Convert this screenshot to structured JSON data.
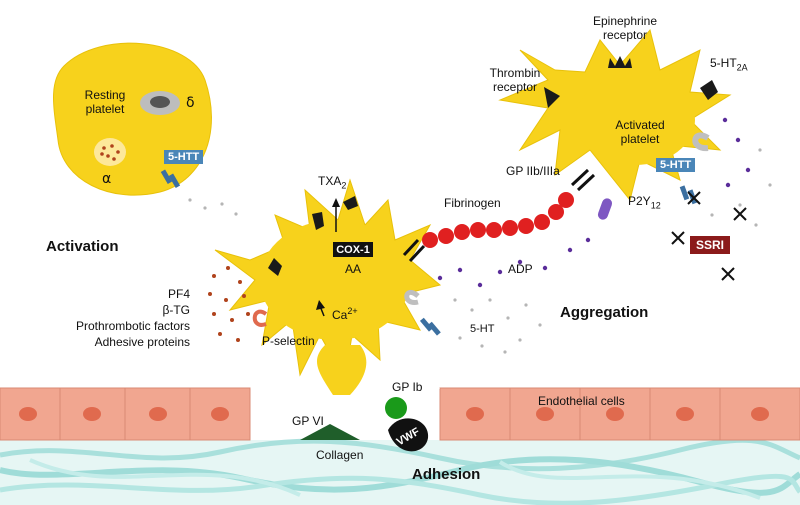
{
  "labels": {
    "resting_platelet": "Resting\nplatelet",
    "delta": "δ",
    "alpha": "α",
    "activated_platelet": "Activated\nplatelet",
    "epinephrine_receptor": "Epinephrine\nreceptor",
    "thrombin_receptor": "Thrombin\nreceptor",
    "ht2a_main": "5-HT",
    "ht2a_sub": "2A",
    "gp2b3a": "GP IIb/IIIa",
    "p2y_main": "P2Y",
    "p2y_sub": "12",
    "fibrinogen": "Fibrinogen",
    "txa_main": "TXA",
    "txa_sub": "2",
    "cox1": "COX-1",
    "aa": "AA",
    "ca_main": "Ca",
    "ca_sup": "2+",
    "adp": "ADP",
    "five_ht": "5-HT",
    "activation": "Activation",
    "aggregation": "Aggregation",
    "adhesion": "Adhesion",
    "release_list": "PF4\nβ-TG\nProthrombotic factors\nAdhesive proteins",
    "p_selectin": "P-selectin",
    "gp_ib": "GP Ib",
    "gp_vi": "GP VI",
    "vwf": "VWF",
    "collagen": "Collagen",
    "endothelial_cells": "Endothelial cells"
  },
  "tags": {
    "htt_left": "5-HTT",
    "htt_right": "5-HTT",
    "ssri": "SSRI"
  },
  "colors": {
    "platelet": "#f7d21c",
    "endothelium": "#f1a690",
    "nucleus": "#e06a4e",
    "matrix": "#9fdcd8",
    "htt_tag": "#4a86b8",
    "ssri_tag": "#8b1a1a",
    "fibrinogen": "#e02020",
    "dots": "#5a2d9a",
    "collagen": "#1f5e2a",
    "gp_ib": "#1a9a1a"
  }
}
